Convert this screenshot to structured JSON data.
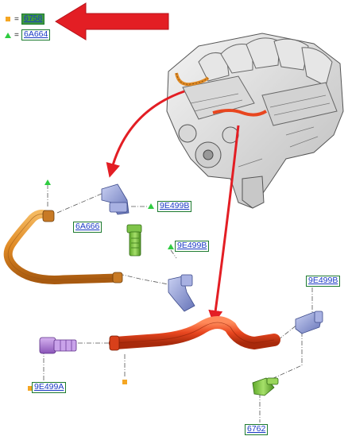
{
  "legend": {
    "square": {
      "symbol": "square-marker",
      "color": "#f5a623",
      "equals": "=",
      "label": "6758"
    },
    "triangle": {
      "symbol": "triangle-marker",
      "color": "#2ecc40",
      "equals": "=",
      "label": "6A664"
    }
  },
  "callouts": {
    "upper_clamp_top": "9E499B",
    "upper_clamp_right": "9E499B",
    "upper_connector": "6A666",
    "lower_clamp_right": "9E499B",
    "lower_clamp_left": "9E499A",
    "lower_connector": "6762"
  },
  "colors": {
    "pointer_arrow": "#e31e24",
    "upper_hose": "#e0932f",
    "lower_hose": "#e8461f",
    "clamp_blue": "#8c9ad8",
    "clamp_purple": "#b07fd6",
    "connector_green": "#8fd14f",
    "label_border": "#1d7a2f",
    "label_text": "#1a39c4"
  }
}
